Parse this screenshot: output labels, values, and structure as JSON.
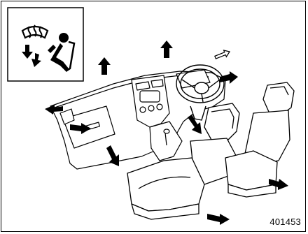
{
  "figure": {
    "id_label": "401453",
    "mode_icon": "defrost-and-foot-vent-mode-icon"
  },
  "airflow": {
    "outlets": [
      "windshield-left",
      "windshield-right",
      "side-left",
      "side-right",
      "foot-front-left",
      "foot-front-right",
      "foot-rear-right",
      "foot-rear-center"
    ]
  }
}
